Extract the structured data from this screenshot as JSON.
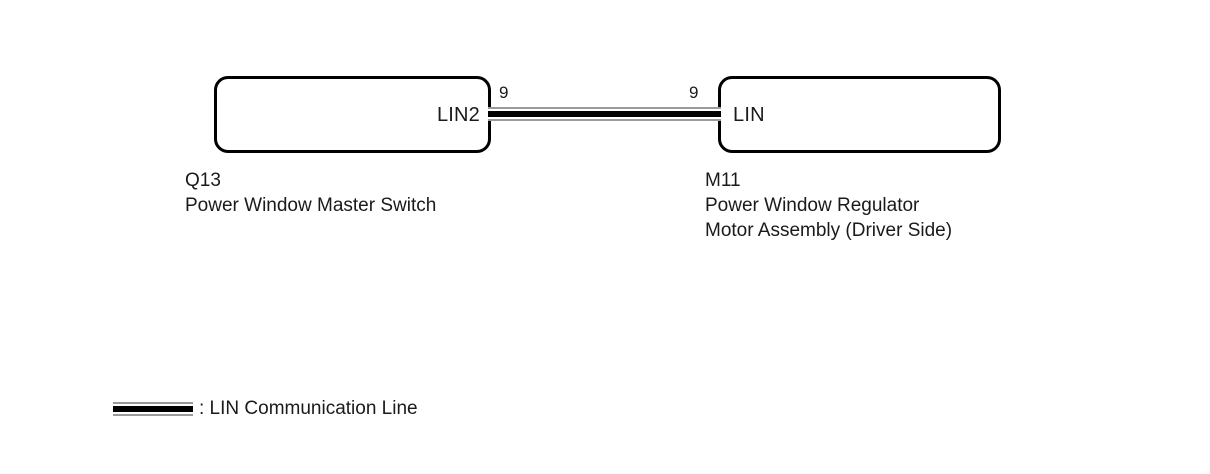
{
  "diagram": {
    "type": "lin-communication-wiring-diagram",
    "components": [
      {
        "id": "Q13",
        "code": "Q13",
        "name_line_1": "Power Window Master Switch",
        "name_line_2": "",
        "name_line_3": "",
        "terminal_label": "LIN2",
        "pin_number": "9"
      },
      {
        "id": "M11",
        "code": "M11",
        "name_line_1": "Power Window Regulator",
        "name_line_2": "Motor Assembly (Driver Side)",
        "name_line_3": "",
        "terminal_label": "LIN",
        "pin_number": "9"
      }
    ],
    "connection": {
      "from": "Q13",
      "from_pin": "9",
      "to": "M11",
      "to_pin": "9",
      "line_type": "LIN Communication Line"
    }
  },
  "legend": {
    "swatch_name": "lin-communication-line-swatch",
    "label": ": LIN Communication Line"
  },
  "colors": {
    "wire_core": "#000000",
    "wire_edge": "#9a9a9a",
    "box_border": "#000000",
    "text": "#1a1a1a",
    "background": "#ffffff"
  }
}
